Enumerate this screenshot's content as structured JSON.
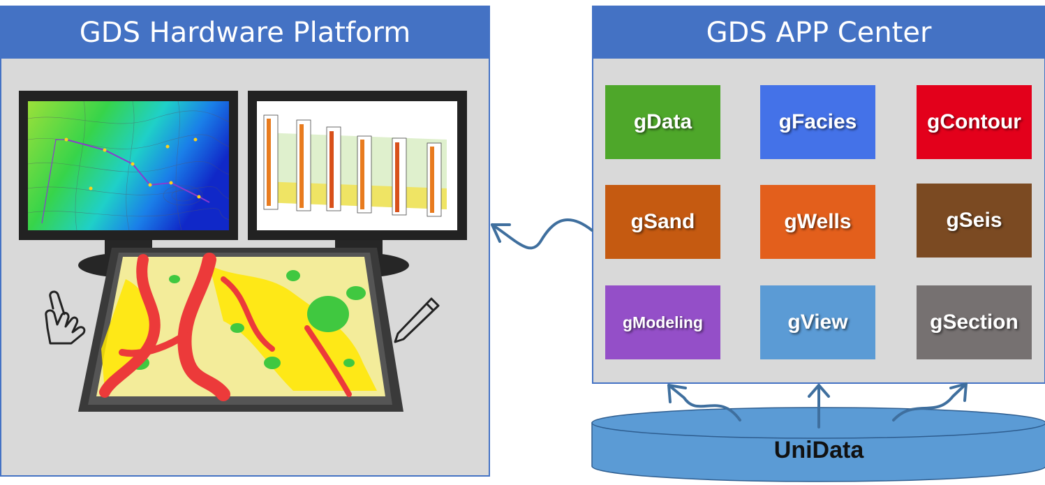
{
  "hardware": {
    "title": "GDS Hardware Platform"
  },
  "app_center": {
    "title": "GDS APP Center",
    "tiles": [
      {
        "label": "gData",
        "color": "#4ea72a"
      },
      {
        "label": "gFacies",
        "color": "#4472e8"
      },
      {
        "label": "gContour",
        "color": "#e3001b"
      },
      {
        "label": "gSand",
        "color": "#c55a11"
      },
      {
        "label": "gWells",
        "color": "#e35f1c"
      },
      {
        "label": "gSeis",
        "color": "#7b4a22"
      },
      {
        "label": "gModeling",
        "color": "#944fc8"
      },
      {
        "label": "gView",
        "color": "#5b9bd5"
      },
      {
        "label": "gSection",
        "color": "#767171"
      }
    ]
  },
  "database": {
    "label": "UniData",
    "color": "#5b9bd5"
  },
  "colors": {
    "accent": "#4472c4",
    "arrow": "#3f6f9e"
  },
  "icons": [
    "hand-pointer-icon",
    "pen-icon"
  ]
}
